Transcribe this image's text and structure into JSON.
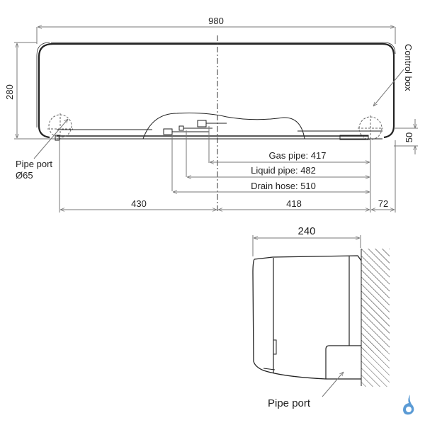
{
  "front_view": {
    "width_label": "980",
    "height_label": "280",
    "control_box_label": "Control box",
    "pipe_port_label": "Pipe port",
    "pipe_port_diameter": "Ø65",
    "bottom_offset_label": "50",
    "gas_pipe_label": "Gas pipe: 417",
    "liquid_pipe_label": "Liquid pipe: 482",
    "drain_hose_label": "Drain hose: 510",
    "left_dim_label": "430",
    "center_right_dim_label": "418",
    "right_dim_label": "72"
  },
  "side_view": {
    "depth_label": "240",
    "pipe_port_label": "Pipe port"
  },
  "logo": {
    "name": "water-drop-logo",
    "color": "#5b9bd5"
  },
  "colors": {
    "line": "#222222",
    "dimension": "#777777",
    "hatch": "#555555"
  }
}
